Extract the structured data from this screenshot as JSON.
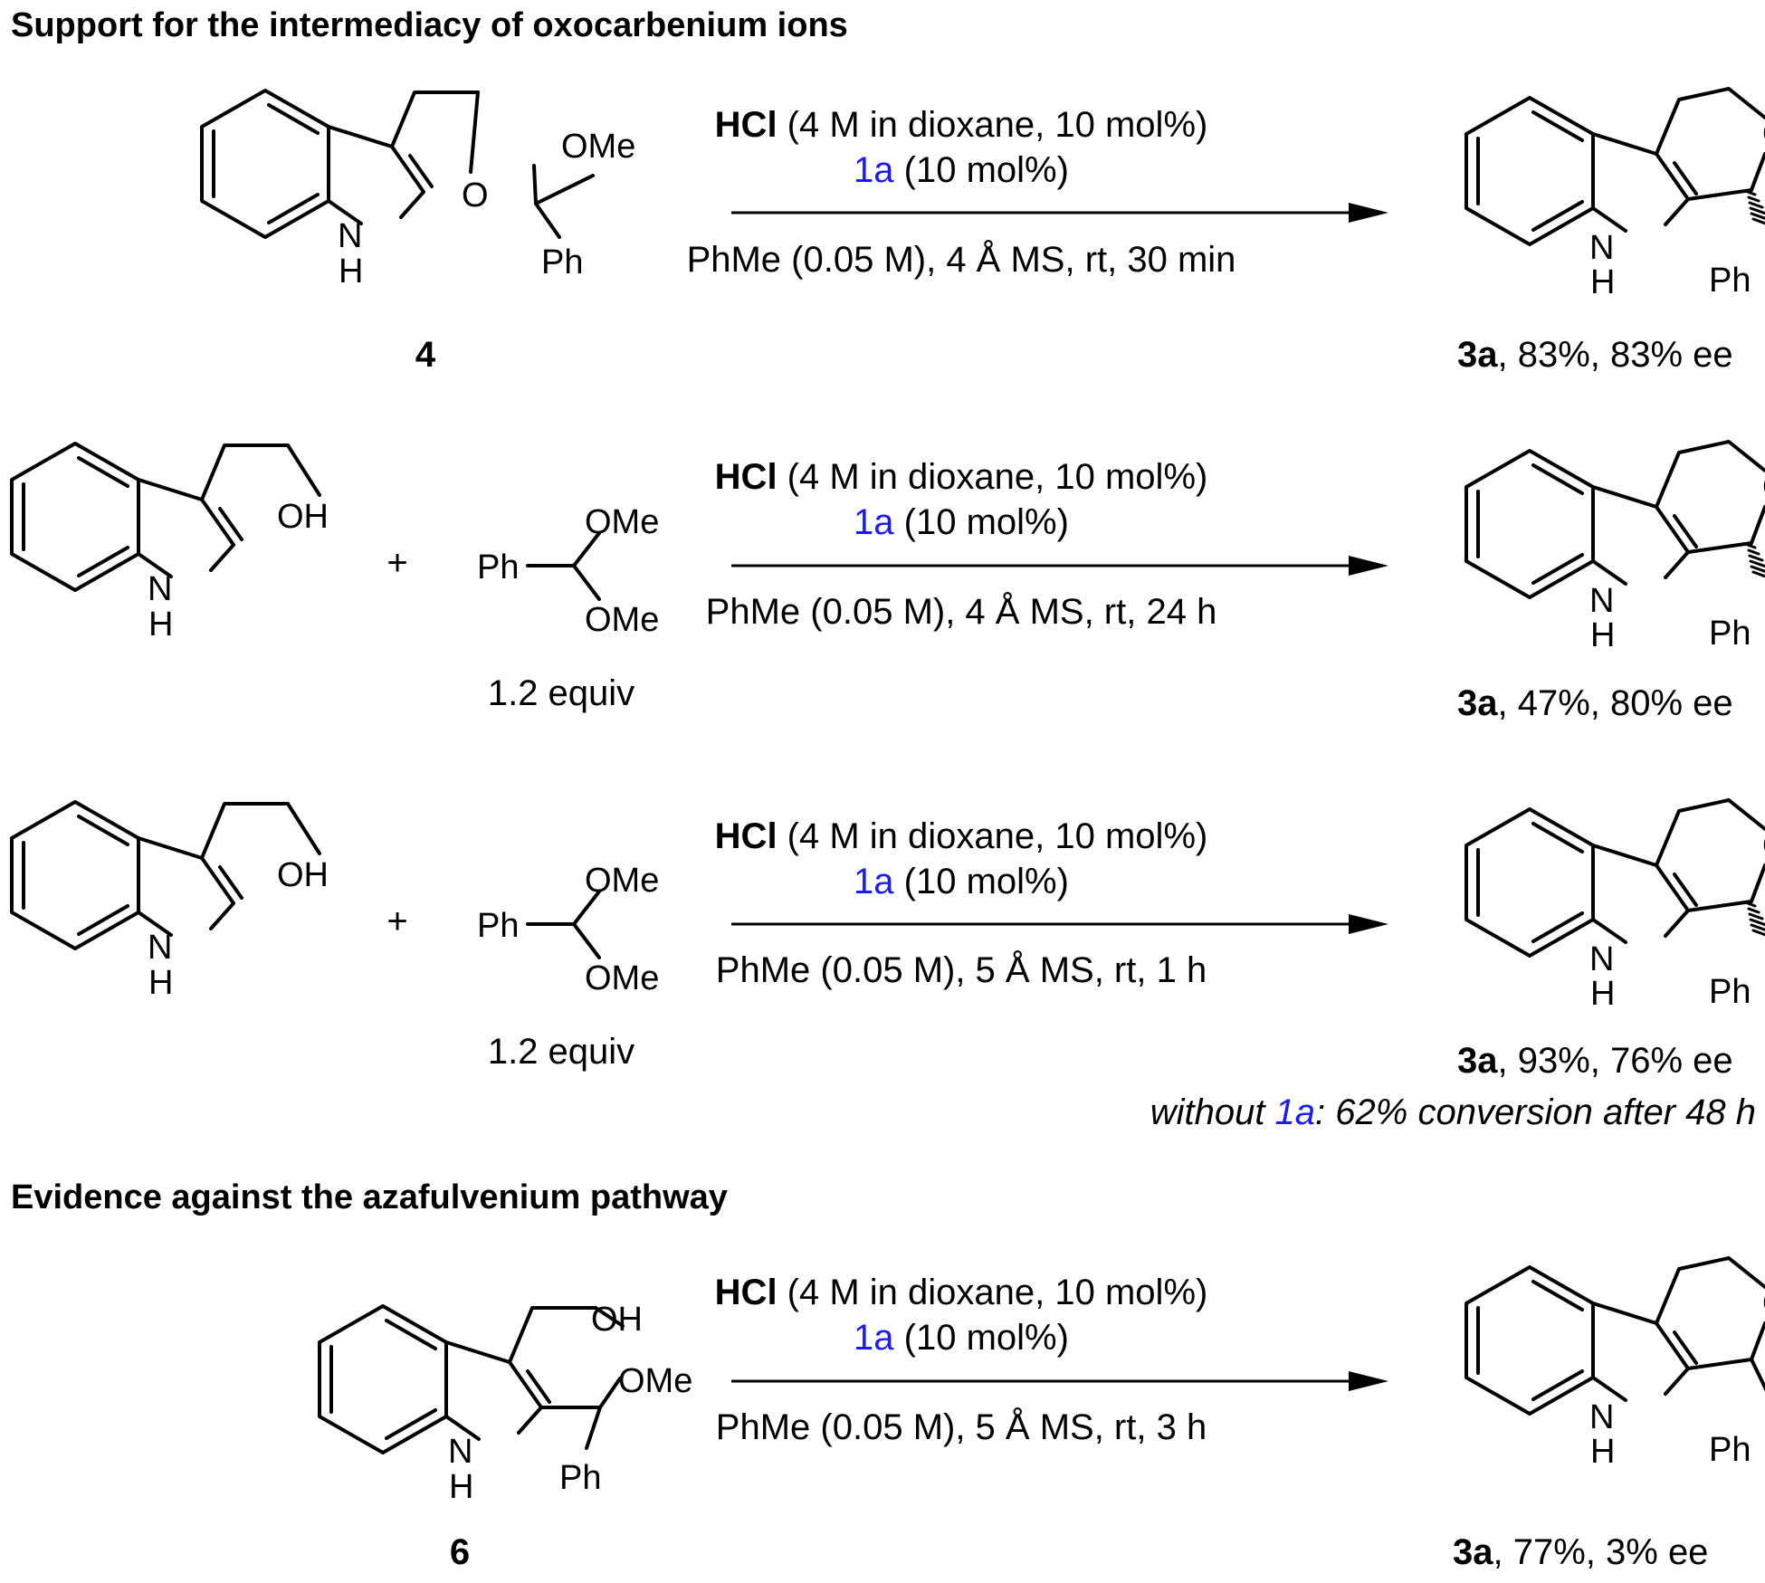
{
  "headings": {
    "section1": "Support for the intermediacy of oxocarbenium ions",
    "section2": "Evidence against the azafulvenium pathway"
  },
  "atoms": {
    "nh_n": "N",
    "nh_h": "H",
    "o": "O",
    "oh": "OH",
    "ome": "OMe",
    "ph": "Ph",
    "plus": "+"
  },
  "reagents": {
    "acid": "HCl",
    "acid_detail": " (4 M in dioxane, 10 mol%)",
    "catalyst": "1a",
    "catalyst_detail": " (10 mol%)"
  },
  "reactions": [
    {
      "substrate_label": "4",
      "conditions": "PhMe (0.05 M), 4 Å MS, rt, 30 min",
      "product_label": "3a",
      "product_result": ", 83%, 83% ee"
    },
    {
      "equiv": "1.2 equiv",
      "conditions": "PhMe (0.05 M), 4 Å MS, rt, 24 h",
      "product_label": "3a",
      "product_result": ", 47%, 80% ee"
    },
    {
      "equiv": "1.2 equiv",
      "conditions": "PhMe (0.05 M), 5 Å MS, rt, 1 h",
      "product_label": "3a",
      "product_result": ", 93%, 76% ee",
      "note_prefix": "without ",
      "note_catalyst": "1a",
      "note_suffix": ": 62% conversion after 48 h"
    },
    {
      "substrate_label": "6",
      "conditions": "PhMe (0.05 M), 5 Å MS, rt, 3 h",
      "product_label": "3a",
      "product_result": ", 77%, 3% ee"
    }
  ]
}
